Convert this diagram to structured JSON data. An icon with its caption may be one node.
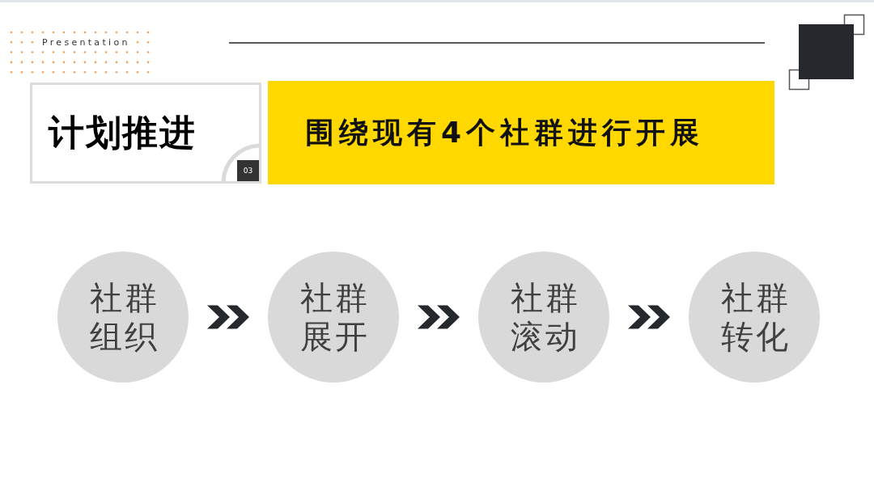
{
  "diagram": {
    "nodes": [
      {
        "text": [
          "计划推进"
        ]
      },
      {
        "text": [
          "03"
        ],
        "in": 0
      },
      {
        "text": [
          "围绕现有4个社群进行开展"
        ]
      },
      {
        "text": [
          "社群组织"
        ]
      },
      {
        "text": [
          "社群展开"
        ]
      },
      {
        "text": [
          "社群滚动"
        ]
      },
      {
        "text": [
          "社群转化"
        ]
      }
    ],
    "edges": [
      {
        "from": 3,
        "to": 4,
        "arrow": "to"
      },
      {
        "from": 4,
        "to": 5,
        "arrow": "to"
      },
      {
        "from": 5,
        "to": 6,
        "arrow": "to"
      }
    ],
    "labels": [
      "Presentation"
    ]
  }
}
